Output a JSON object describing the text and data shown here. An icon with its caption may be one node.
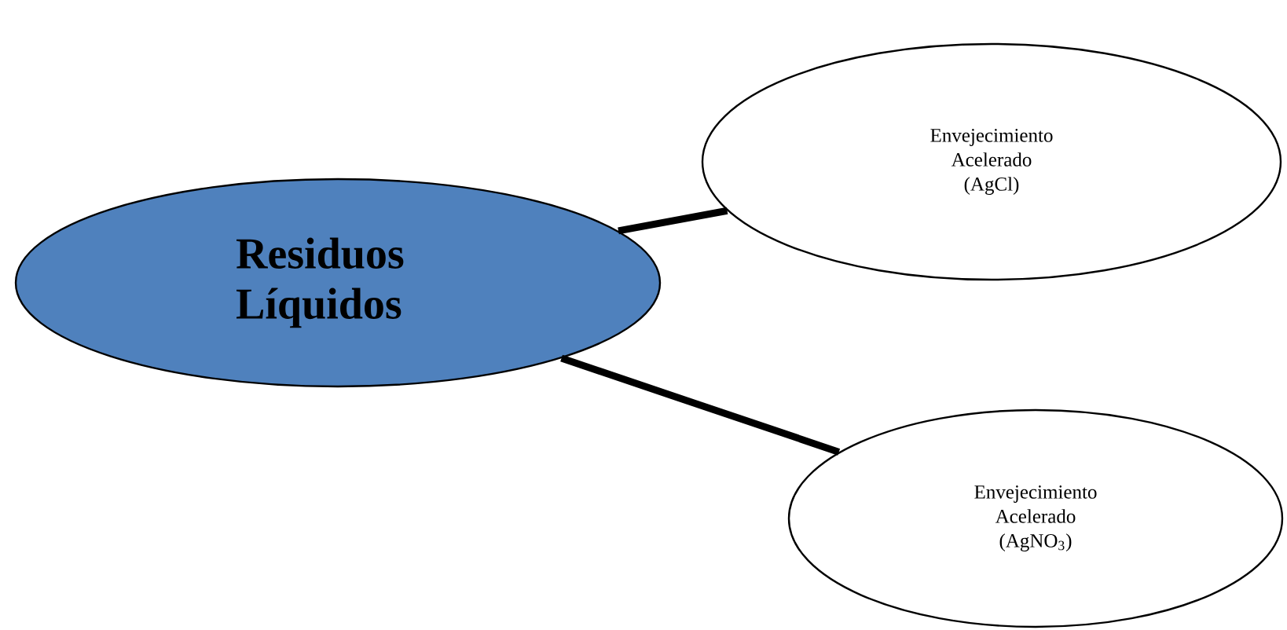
{
  "diagram": {
    "nodes": [
      {
        "text": [
          "Residuos Líquidos"
        ]
      },
      {
        "text": [
          "Envejecimiento Acelerado (AgCl)"
        ]
      },
      {
        "text": [
          "Envejecimiento Acelerado (AgNO$_{3}$)"
        ]
      }
    ],
    "edges": [
      {
        "from": 0,
        "to": 1,
        "arrow": "none"
      },
      {
        "from": 0,
        "to": 2,
        "arrow": "none"
      }
    ]
  }
}
